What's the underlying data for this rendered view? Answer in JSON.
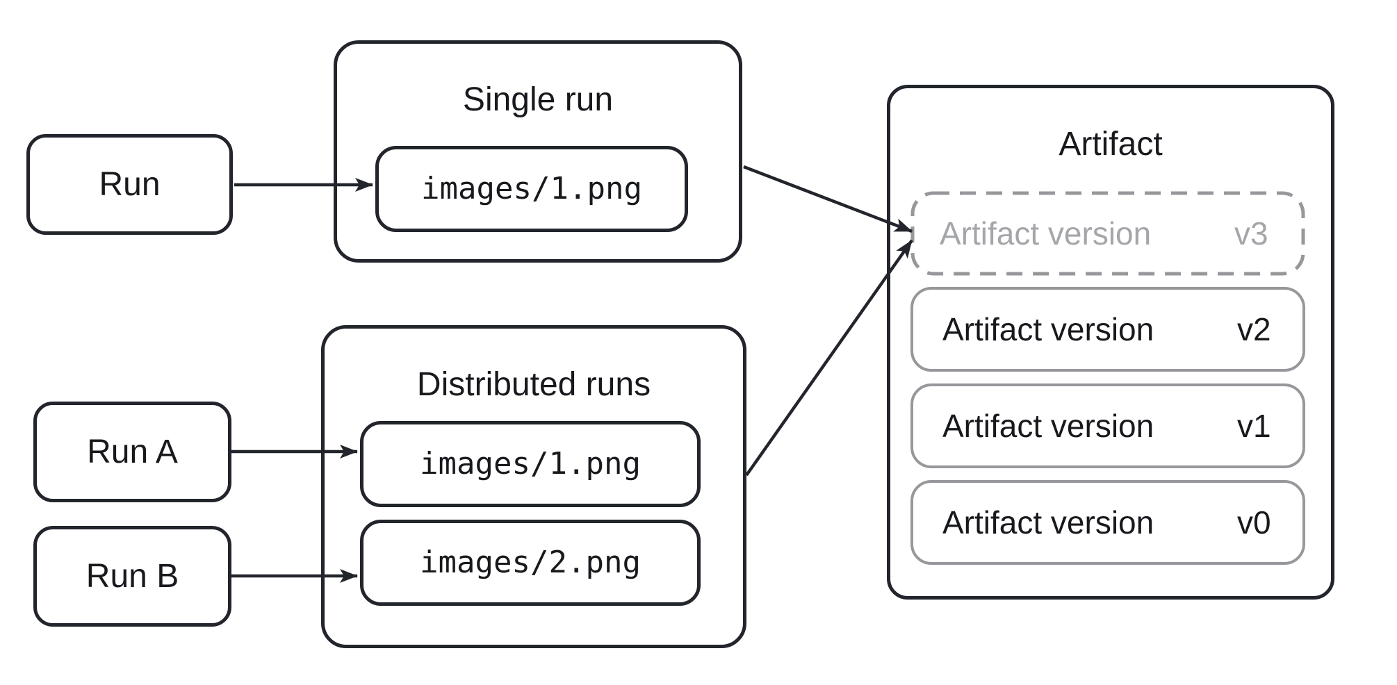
{
  "colors": {
    "stroke_dark": "#22252b",
    "stroke_gray": "#97989b",
    "text_dark": "#17191d",
    "text_gray": "#a4a6aa",
    "background": "#ffffff"
  },
  "nodes": {
    "run": {
      "label": "Run"
    },
    "run_a": {
      "label": "Run A"
    },
    "run_b": {
      "label": "Run B"
    }
  },
  "groups": {
    "single_run": {
      "title": "Single run",
      "files": [
        "images/1.png"
      ]
    },
    "distributed_runs": {
      "title": "Distributed runs",
      "files": [
        "images/1.png",
        "images/2.png"
      ]
    },
    "artifact": {
      "title": "Artifact",
      "versions": [
        {
          "label": "Artifact version",
          "version": "v3",
          "style": "dashed"
        },
        {
          "label": "Artifact version",
          "version": "v2",
          "style": "solid"
        },
        {
          "label": "Artifact version",
          "version": "v1",
          "style": "solid"
        },
        {
          "label": "Artifact version",
          "version": "v0",
          "style": "solid"
        }
      ]
    }
  }
}
